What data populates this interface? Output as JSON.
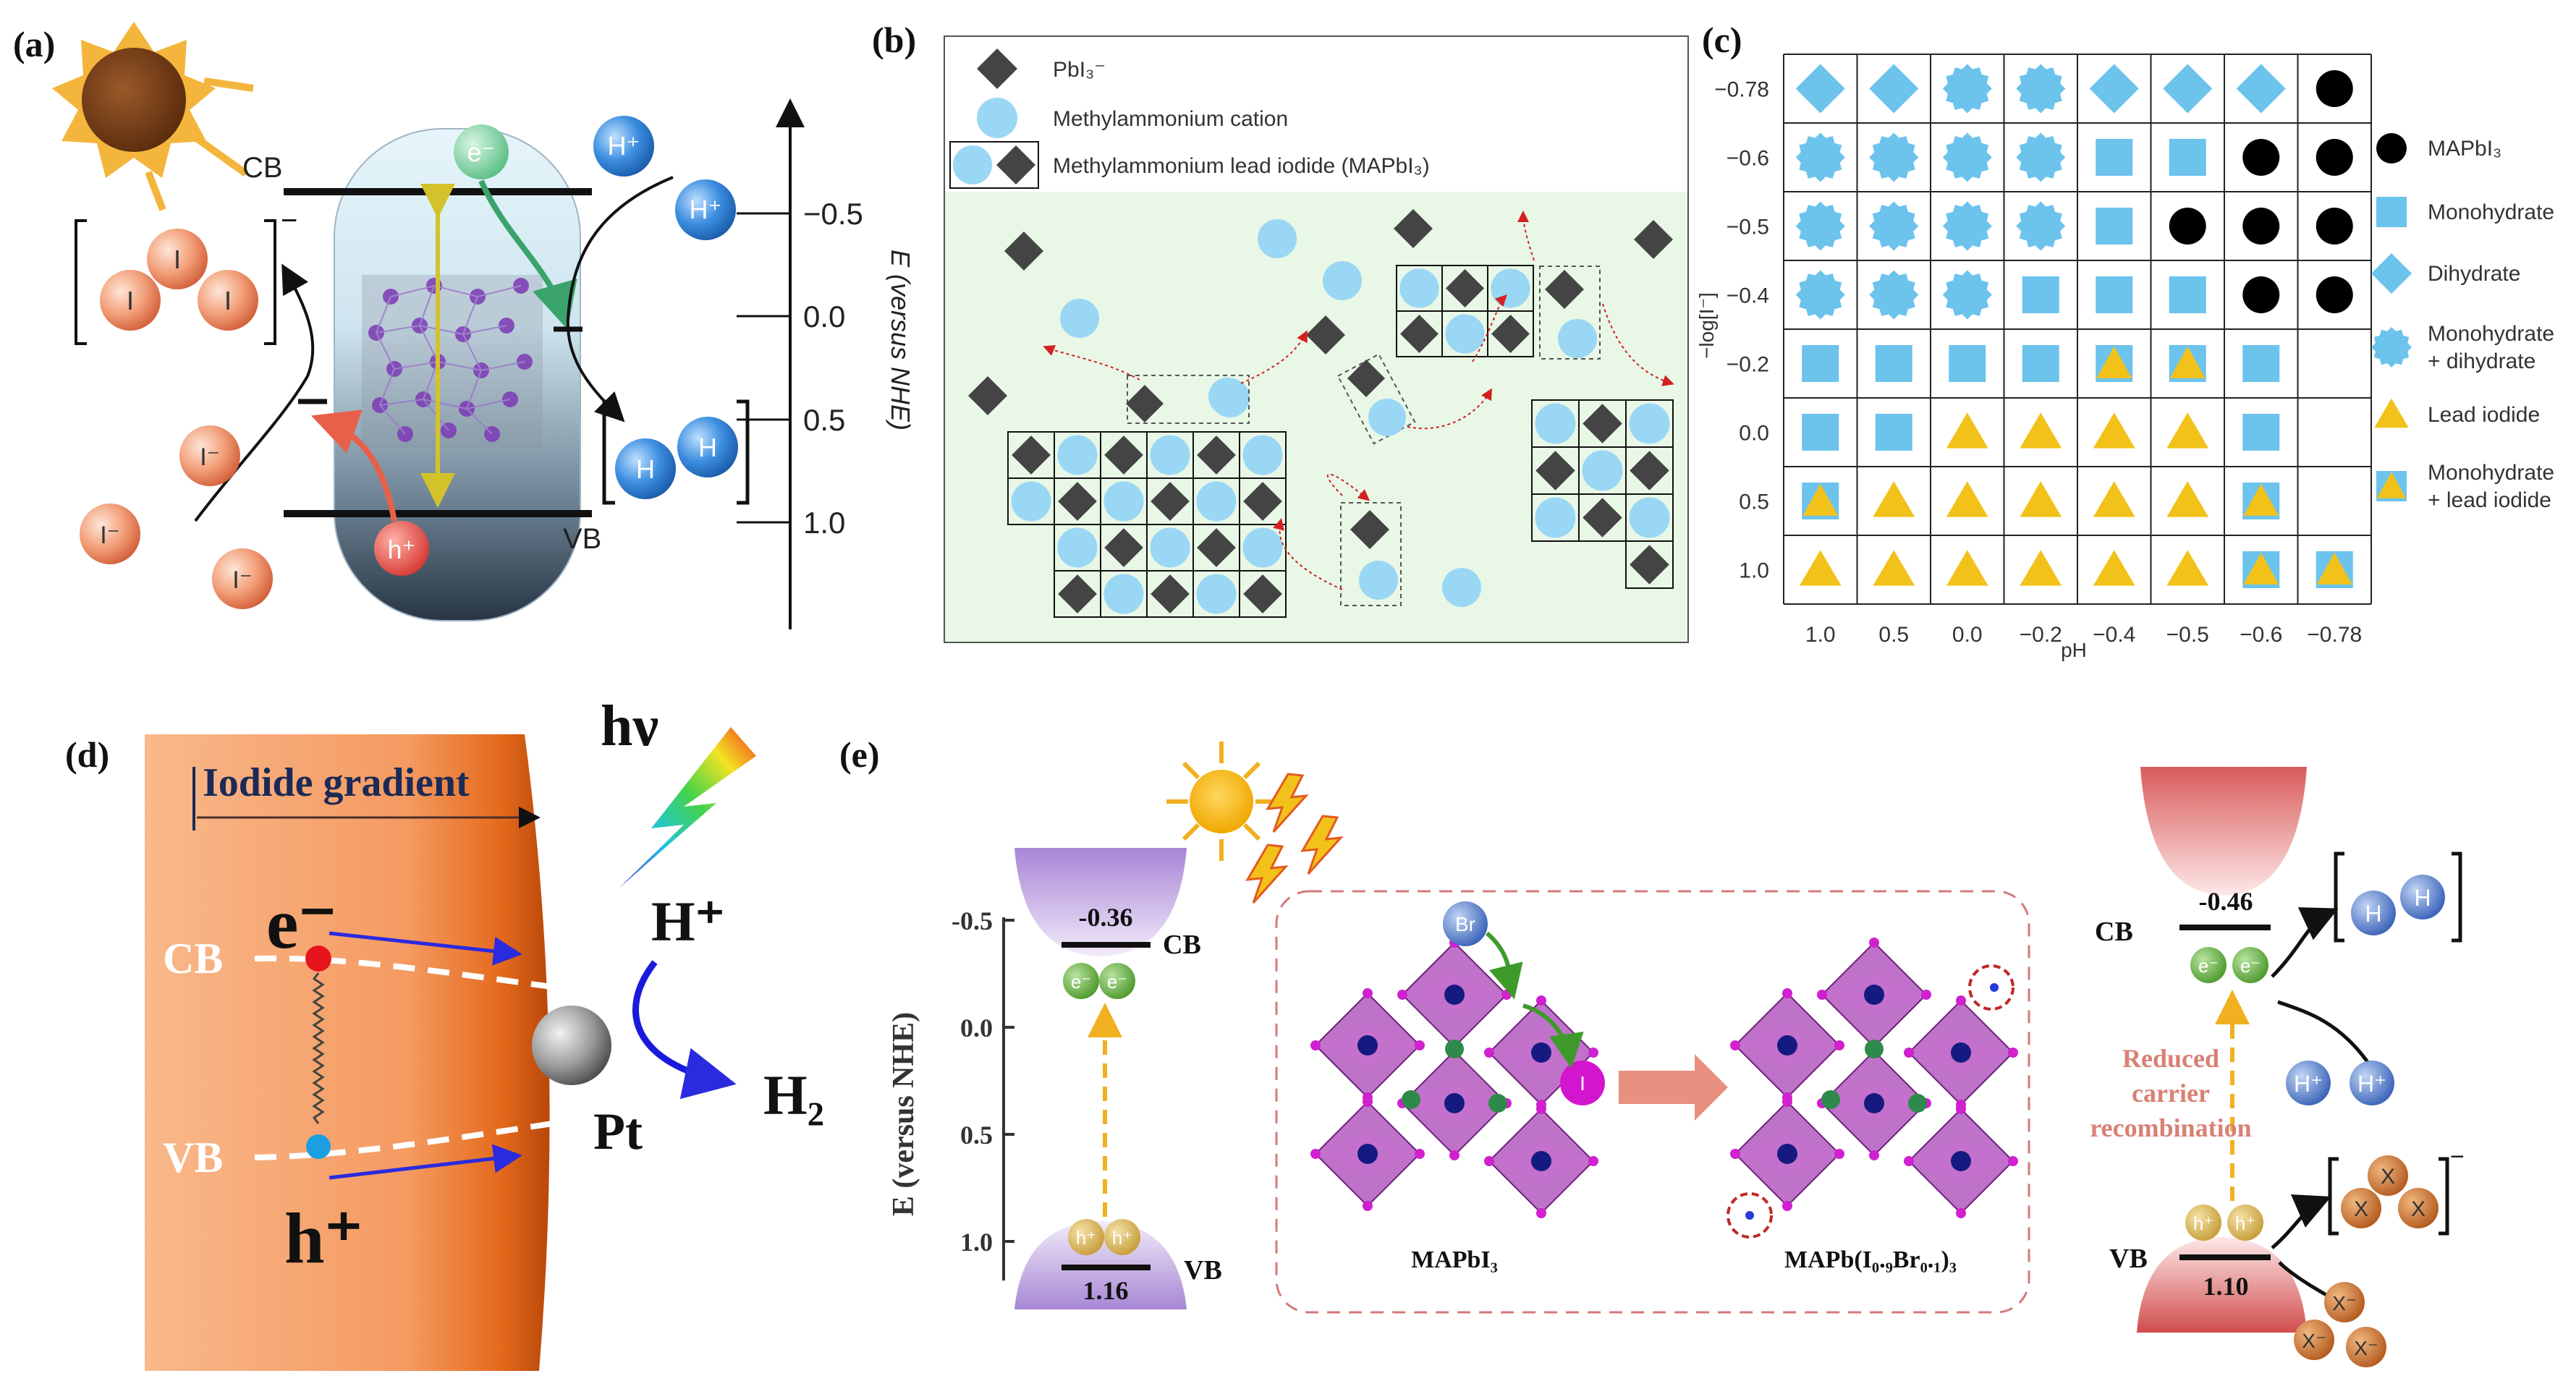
{
  "panel_labels": {
    "a": "(a)",
    "b": "(b)",
    "c": "(c)",
    "d": "(d)",
    "e": "(e)"
  },
  "panel_a": {
    "cb": "CB",
    "vb": "VB",
    "electron": "e⁻",
    "hole": "h⁺",
    "proton": "H⁺",
    "hydrogen": "H",
    "iodine": "I",
    "iodide": "I⁻",
    "bracket_charge": "−",
    "axis_label": "E (versus NHE)",
    "ticks": [
      "−0.5",
      "0.0",
      "0.5",
      "1.0"
    ]
  },
  "panel_b": {
    "legend": [
      {
        "shape": "diamond",
        "label": "PbI₃⁻"
      },
      {
        "shape": "circle",
        "label": "Methylammonium cation"
      },
      {
        "shape": "pair",
        "label": "Methylammonium lead iodide (MAPbI₃)"
      }
    ],
    "colors": {
      "diamond": "#444444",
      "circle": "#9ad7f5",
      "background": "#e8f7e6"
    }
  },
  "panel_c": {
    "x_label": "pH",
    "y_label": "−log[I⁻]",
    "x_ticks": [
      "1.0",
      "0.5",
      "0.0",
      "−0.2",
      "−0.4",
      "−0.5",
      "−0.6",
      "−0.78"
    ],
    "y_ticks": [
      "−0.78",
      "−0.6",
      "−0.5",
      "−0.4",
      "−0.2",
      "0.0",
      "0.5",
      "1.0"
    ],
    "legend": [
      {
        "shape": "circle",
        "label": "MAPbI₃"
      },
      {
        "shape": "square",
        "label": "Monohydrate"
      },
      {
        "shape": "diamond",
        "label": "Dihydrate"
      },
      {
        "shape": "star",
        "label": "Monohydrate\n+ dihydrate"
      },
      {
        "shape": "triangle",
        "label": "Lead iodide"
      },
      {
        "shape": "sqtri",
        "label": "Monohydrate\n+ lead iodide"
      }
    ],
    "grid": [
      [
        "diamond",
        "diamond",
        "star",
        "star",
        "diamond",
        "diamond",
        "diamond",
        "circle"
      ],
      [
        "star",
        "star",
        "star",
        "star",
        "square",
        "square",
        "circle",
        "circle"
      ],
      [
        "star",
        "star",
        "star",
        "star",
        "square",
        "circle",
        "circle",
        "circle"
      ],
      [
        "star",
        "star",
        "star",
        "square",
        "square",
        "square",
        "circle",
        "circle"
      ],
      [
        "square",
        "square",
        "square",
        "square",
        "sqtri",
        "sqtri",
        "square",
        ""
      ],
      [
        "square",
        "square",
        "triangle",
        "triangle",
        "triangle",
        "triangle",
        "square",
        ""
      ],
      [
        "sqtri",
        "triangle",
        "triangle",
        "triangle",
        "triangle",
        "triangle",
        "sqtri",
        ""
      ],
      [
        "triangle",
        "triangle",
        "triangle",
        "triangle",
        "triangle",
        "triangle",
        "sqtri",
        "sqtri"
      ]
    ],
    "colors": {
      "blue": "#6cc3ec",
      "yellow": "#f2c21b",
      "black": "#000000"
    }
  },
  "panel_d": {
    "gradient_label": "Iodide gradient",
    "photon": "hν",
    "electron": "e⁻",
    "hole": "h⁺",
    "cb": "CB",
    "vb": "VB",
    "proton": "H⁺",
    "h2": "H₂",
    "pt": "Pt"
  },
  "panel_e": {
    "axis_label": "E (versus NHE)",
    "ticks": [
      "-0.5",
      "0.0",
      "0.5",
      "1.0"
    ],
    "left_cb_value": "-0.36",
    "left_vb_value": "1.16",
    "right_cb_value": "-0.46",
    "right_vb_value": "1.10",
    "cb": "CB",
    "vb": "VB",
    "electron": "e⁻",
    "hole": "h⁺",
    "br": "Br",
    "i": "I",
    "structure_left": "MAPbI₃",
    "structure_right": "MAPb(I₀.₉Br₀.₁)₃",
    "reduced_label": "Reduced\ncarrier\nrecombination",
    "proton": "H⁺",
    "hydrogen": "H",
    "halide": "X",
    "halide_ion": "X⁻",
    "bracket_charge": "−"
  }
}
